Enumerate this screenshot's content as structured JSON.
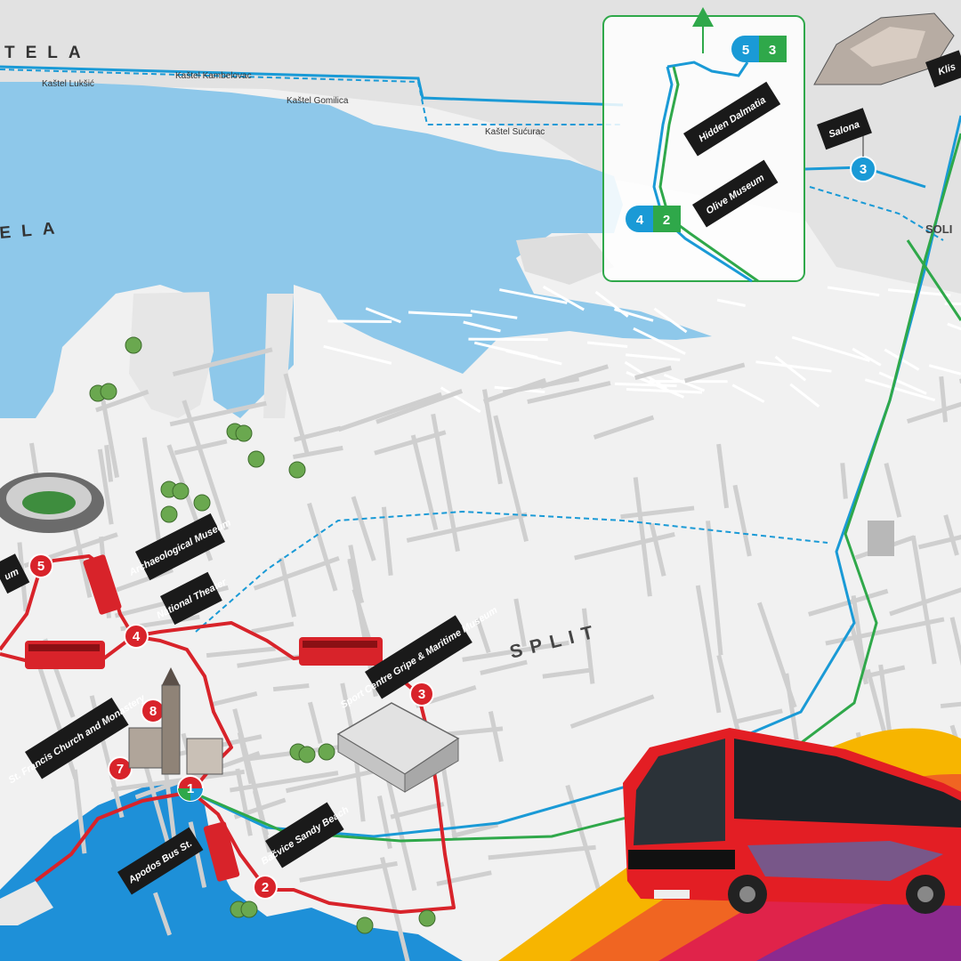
{
  "map": {
    "regions": {
      "kastela_top": "TELA",
      "kastela_left": "ELA",
      "split": "SPLIT",
      "solin": "SOLI"
    },
    "places": {
      "kastel_lukšic": "Kaštel Lukšić",
      "kastel_kambelovac": "Kaštel Kambelovac",
      "kastel_gomilica": "Kaštel Gomilica",
      "kastel_sucurac": "Kaštel Sućurac"
    },
    "red_line": {
      "color": "#d8232a",
      "stops": [
        {
          "number": "1",
          "label": "Apodos Bus St."
        },
        {
          "number": "2",
          "label": "Bačvice Sandy Beach"
        },
        {
          "number": "3",
          "label": "Sport Centre Gripe & Maritime Museum"
        },
        {
          "number": "4",
          "label": "National Theater"
        },
        {
          "number": "5",
          "label": "um"
        },
        {
          "number": "7",
          "label": "St. Francis Church and Monastery"
        },
        {
          "number": "8",
          "label": ""
        }
      ],
      "extra_labels": {
        "archaeological": "Archaeological Museum"
      }
    },
    "blue_line": {
      "color": "#1a9ad6",
      "stops": [
        {
          "number": "3",
          "label": "Salona"
        },
        {
          "number": "4",
          "label": ""
        },
        {
          "number": "5",
          "label": ""
        }
      ]
    },
    "green_line": {
      "color": "#2fa84a",
      "stops": [
        {
          "number": "2",
          "label": "Olive Museum"
        },
        {
          "number": "3",
          "label": "Hidden Dalmatia"
        }
      ]
    },
    "inset_labels": {
      "klis": "Klis"
    }
  },
  "colors": {
    "sea": "#8ec8ea",
    "land": "#eeeeee",
    "red": "#d8232a",
    "blue": "#1a9ad6",
    "green": "#2fa84a",
    "label_bg": "#1a1a1a"
  }
}
